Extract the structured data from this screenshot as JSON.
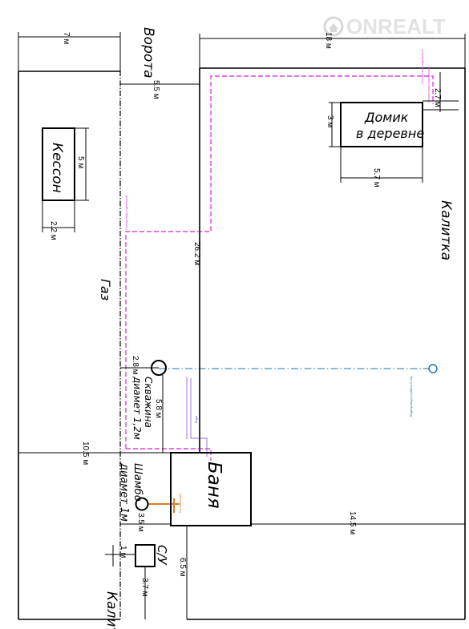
{
  "watermark": "ONREALT",
  "colors": {
    "line": "#000000",
    "gas": "#e040e0",
    "water": "#1a73a8",
    "sewer": "#e07a20",
    "hint": "#6d3fd0",
    "watermark": "#d8d8d8"
  },
  "labels": {
    "gates": "Ворота",
    "gas": "Газ",
    "wicket_right": "Калитка",
    "wicket_bottom": "Калит",
    "caisson": "Кессон",
    "house_line1": "Домик",
    "house_line2": "в деревне",
    "bath": "Баня",
    "well": "Скважина",
    "well_diameter": "диамет 1,2м",
    "septic": "Шамбо",
    "septic_diameter": "диамет 1м",
    "toilet": "С/У"
  },
  "dimensions": {
    "top_left": "7 м",
    "top_right": "18 м",
    "gate_width": "5.5 м",
    "house_offset": "2.7 м",
    "house_height": "3 м",
    "house_width": "5.7 м",
    "caisson_height": "5 м",
    "caisson_width": "2.2 м",
    "long_run": "26.2 м",
    "well_offset": "2.8 м",
    "well_to_bath": "5.8 м",
    "left_span": "10.5 м",
    "right_span": "14.5 м",
    "septic_gap": "3.5 м",
    "toilet_size": "1 м",
    "bath_to_toilet": "6.5 м",
    "toilet_to_wicket": "3.7 м"
  },
  "annotations": {
    "gas_pipe_1": "Газопровод подземный",
    "gas_pipe_2": "Газопровод подземный",
    "gas_pipe_3": "Газопровод подземный",
    "water_pipe": "Водопровод (глубина 0.7м)",
    "bath_pipe": "Вода",
    "sewer_pipe": "Канализация"
  }
}
